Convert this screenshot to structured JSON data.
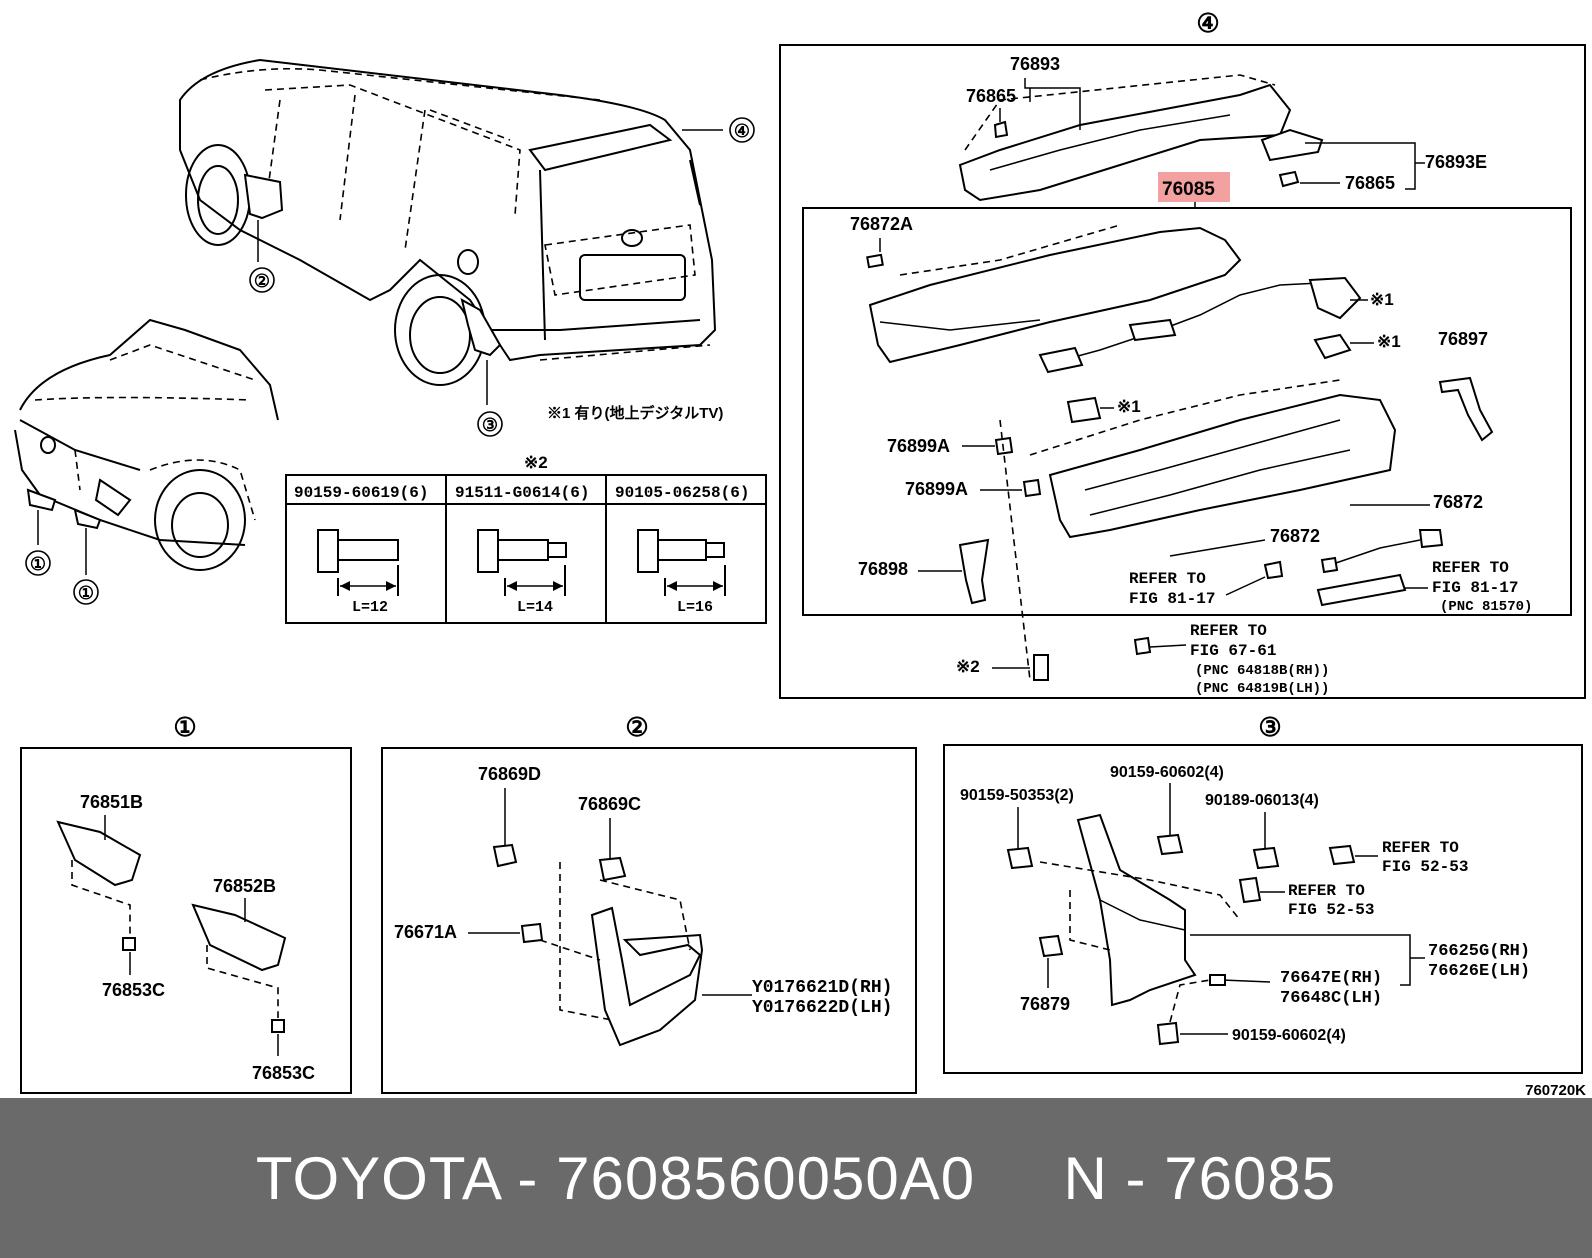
{
  "header": {
    "callout_4": "④"
  },
  "overview": {
    "callouts": {
      "c1a": "①",
      "c1b": "①",
      "c2": "②",
      "c3": "③",
      "c4": "④"
    },
    "note1": "※1 有り(地上デジタルTV)"
  },
  "bolt_table": {
    "note": "※2",
    "columns": [
      {
        "part": "90159-60619(6)",
        "length": "L=12"
      },
      {
        "part": "91511-G0614(6)",
        "length": "L=14"
      },
      {
        "part": "90105-06258(6)",
        "length": "L=16"
      }
    ]
  },
  "panel4": {
    "parts": {
      "p76893": "76893",
      "p76865a": "76865",
      "p76893E": "76893E",
      "p76865b": "76865",
      "p76085": "76085",
      "p76872A": "76872A",
      "p76897": "76897",
      "p76899A_1": "76899A",
      "p76899A_2": "76899A",
      "p76872_1": "76872",
      "p76872_2": "76872",
      "p76898": "76898"
    },
    "marks": {
      "m1a": "※1",
      "m1b": "※1",
      "m1c": "※1",
      "m2": "※2"
    },
    "refs": {
      "r1_l1": "REFER TO",
      "r1_l2": "FIG 81-17",
      "r2_l1": "REFER TO",
      "r2_l2": "FIG 81-17",
      "r2_l3": "(PNC 81570)",
      "r3_l1": "REFER TO",
      "r3_l2": "FIG 67-61",
      "r3_l3": "(PNC 64818B(RH))",
      "r3_l4": "(PNC 64819B(LH))"
    }
  },
  "panel1": {
    "title": "①",
    "parts": {
      "a": "76851B",
      "b": "76852B",
      "c": "76853C",
      "d": "76853C"
    }
  },
  "panel2": {
    "title": "②",
    "parts": {
      "a": "76869D",
      "b": "76869C",
      "c": "76671A",
      "d": "Y0176621D(RH)",
      "e": "Y0176622D(LH)"
    }
  },
  "panel3": {
    "title": "③",
    "parts": {
      "a": "90159-50353(2)",
      "b": "90159-60602(4)",
      "c": "90189-06013(4)",
      "d": "REFER TO",
      "e": "FIG 52-53",
      "f": "REFER TO",
      "g": "FIG 52-53",
      "h": "76625G(RH)",
      "i": "76626E(LH)",
      "j": "76647E(RH)",
      "k": "76648C(LH)",
      "l": "76879",
      "m": "90159-60602(4)"
    }
  },
  "figure_code": "760720K",
  "highlight_color": "#f2a0a0",
  "footer": {
    "brand": "TOYOTA",
    "sep1": " - ",
    "part_number": "7608560050A0",
    "gap": "     ",
    "section": "N",
    "sep2": " - ",
    "pnc": "76085"
  }
}
